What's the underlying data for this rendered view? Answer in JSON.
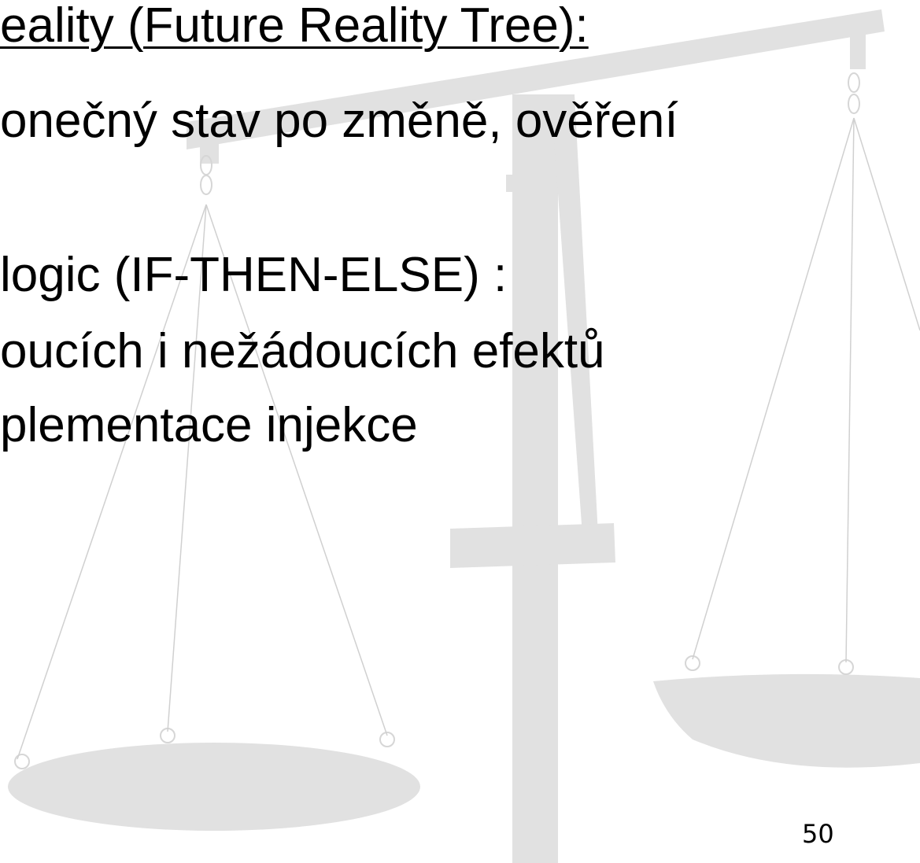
{
  "slide": {
    "heading": "eality (Future Reality Tree):",
    "lines": [
      "onečný stav po změně, ověření",
      " logic (IF-THEN-ELSE) :",
      "oucích i nežádoucích efektů",
      "plementace injekce"
    ],
    "page_number": "50"
  },
  "background": {
    "image": "balance-scale-icon",
    "color": "#e1e1e1"
  }
}
